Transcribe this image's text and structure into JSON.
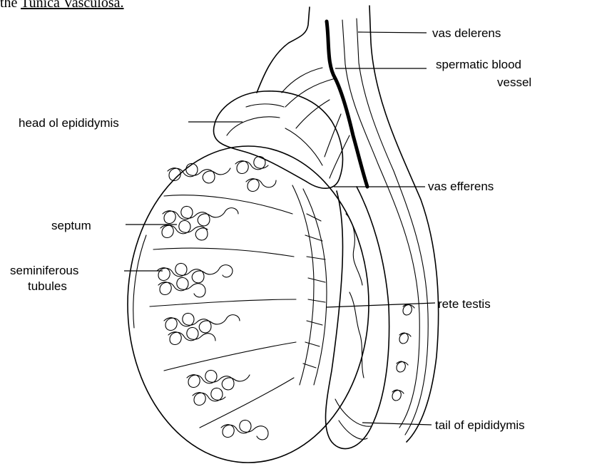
{
  "caption": {
    "prefix": "the ",
    "term": "Tunica Vasculosa."
  },
  "labels": {
    "vas_deferens": "vas delerens",
    "spermatic_line1": "spermatic blood",
    "spermatic_line2": "vessel",
    "head_epididymis": "head ol epididymis",
    "vas_efferens": "vas efferens",
    "septum": "septum",
    "seminiferous_line1": "seminiferous",
    "seminiferous_line2": "tubules",
    "rete_testis": "rete testis",
    "tail_epididymis": "tail of epididymis"
  }
}
